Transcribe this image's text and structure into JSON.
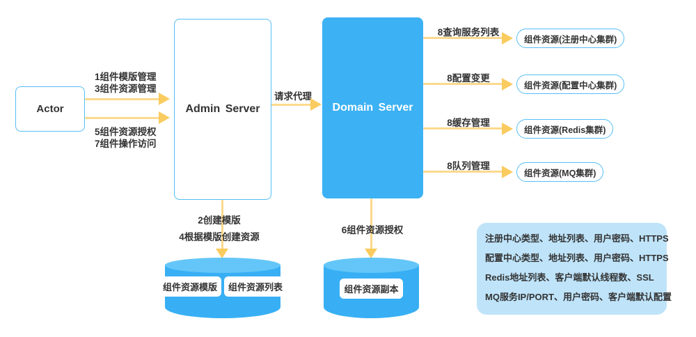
{
  "diagram": {
    "actor": {
      "label": "Actor"
    },
    "admin_server": {
      "label": "Admin Server"
    },
    "domain_server": {
      "label": "Domain Server"
    },
    "flows": {
      "actor_admin_manage": {
        "line1": "1组件模版管理",
        "line2": "3组件资源管理"
      },
      "actor_admin_access": {
        "line1": "5组件资源授权",
        "line2": "7组件操作访问"
      },
      "request_proxy": {
        "label": "请求代理"
      },
      "create_template": {
        "line1": "2创建模版",
        "line2": "4根据模版创建资源"
      },
      "resource_grant": {
        "label": "6组件资源授权"
      }
    },
    "service_rows": [
      {
        "label": "8查询服务列表",
        "target": "组件资源(注册中心集群)"
      },
      {
        "label": "8配置变更",
        "target": "组件资源(配置中心集群)"
      },
      {
        "label": "8缓存管理",
        "target": "组件资源(Redis集群)"
      },
      {
        "label": "8队列管理",
        "target": "组件资源(MQ集群)"
      }
    ],
    "admin_db": {
      "chips": [
        "组件资源模版",
        "组件资源列表"
      ]
    },
    "domain_db": {
      "chips": [
        "组件资源副本"
      ]
    },
    "notes": {
      "lines": [
        "注册中心类型、地址列表、用户密码、HTTPS",
        "配置中心类型、地址列表、用户密码、HTTPS",
        "Redis地址列表、客户端默认线程数、SSL",
        "MQ服务IP/PORT、用户密码、客户端默认配置"
      ]
    },
    "colors": {
      "primary_blue": "#3CB1F4",
      "light_blue_border": "#55BEF4",
      "cylinder_top": "#64C6F8",
      "arrow_shaft": "#FBD98E",
      "arrow_head": "#FACB5F",
      "notes_bg": "#BFE4FA",
      "text": "#333333"
    }
  }
}
